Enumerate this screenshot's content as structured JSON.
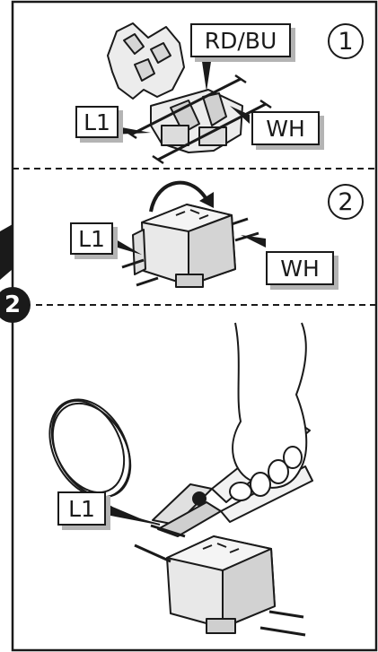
{
  "panel1": {
    "step": "1",
    "label_left": "L1",
    "label_top": "RD/BU",
    "label_right": "WH"
  },
  "panel2": {
    "step": "2",
    "label_left": "L1",
    "label_right": "WH"
  },
  "panel3": {
    "label_left": "L1"
  },
  "side_step_badge": "2"
}
